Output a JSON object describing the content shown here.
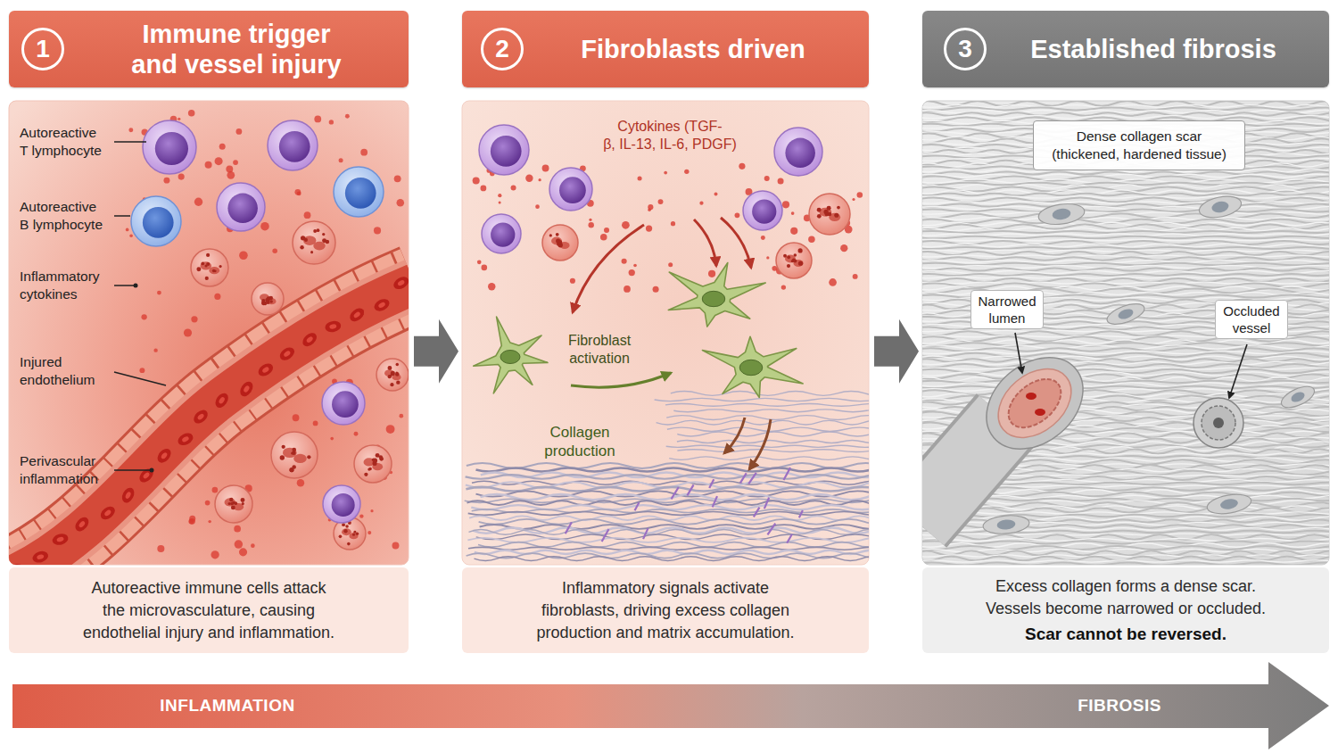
{
  "diagram": {
    "nodes": [
      {
        "text": [
          "Immune trigger and vessel injury"
        ]
      },
      {
        "text": [
          "1"
        ],
        "in": 0
      },
      {
        "text": [
          "Autoreactive T lymphocyte",
          "Autoreactive B lymphocyte",
          "Inflammatory cytokines",
          "Injured endothelium",
          "Perivascular inflammation"
        ]
      },
      {
        "text": [
          "Autoreactive immune cells attack the microvasculature, causing endothelial injury and inflammation."
        ]
      },
      {
        "text": [
          "Fibroblasts driven"
        ]
      },
      {
        "text": [
          "2"
        ],
        "in": 4
      },
      {
        "text": [
          "Cytokines (TGF-β, IL-13, IL-6, PDGF)",
          "Fibroblast activation",
          "Collagen production"
        ]
      },
      {
        "text": [
          "Inflammatory signals activate fibroblasts, driving excess collagen production and matrix accumulation."
        ]
      },
      {
        "text": [
          "Established fibrosis"
        ]
      },
      {
        "text": [
          "3"
        ],
        "in": 8
      },
      {
        "text": [
          "Narrowed lumen",
          "Occluded vessel"
        ]
      },
      {
        "text": [
          "Dense collagen scar (thickened, hardened tissue)"
        ],
        "in": 10
      },
      {
        "text": [
          "Excess collagen forms a dense scar. Vessels become narrowed or occluded.",
          "Scar cannot be reversed."
        ]
      },
      {
        "text": [
          "INFLAMMATION",
          "FIBROSIS"
        ]
      }
    ],
    "edges": [
      {
        "from": 2,
        "to": 6,
        "arrow": "to"
      },
      {
        "from": 6,
        "to": 10,
        "arrow": "to"
      }
    ]
  }
}
